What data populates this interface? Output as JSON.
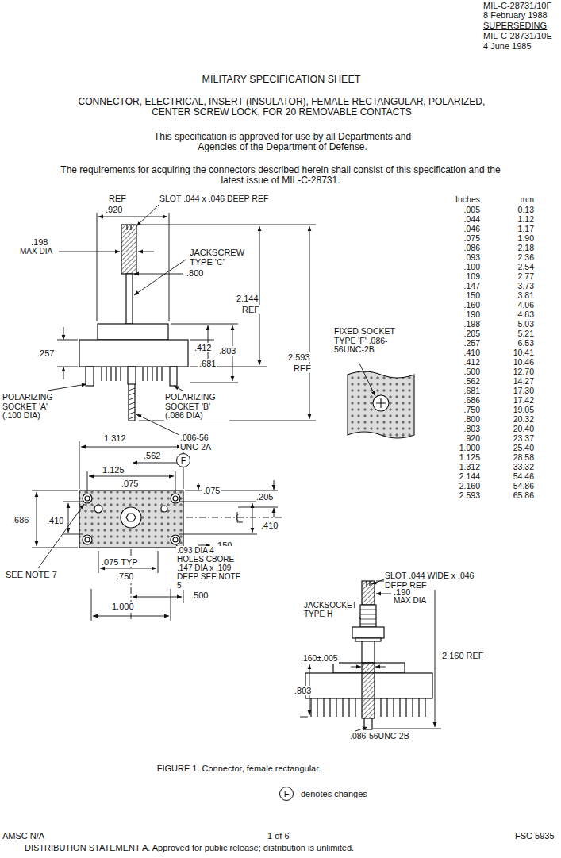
{
  "diagram": {
    "title": "MILITARY SPECIFICATION SHEET",
    "caption": "FIGURE 1. Connector, female rectangular.",
    "nodes": [
      {
        "text": [
          "F"
        ]
      },
      {
        "text": [
          "F"
        ]
      }
    ],
    "labels": [
      "MIL-C-28731/10F",
      "8 February 1988",
      "SUPERSEDING",
      "MIL-C-28731/10E",
      "4 June 1985",
      "CONNECTOR, ELECTRICAL, INSERT (INSULATOR), FEMALE RECTANGULAR, POLARIZED, CENTER SCREW LOCK, FOR 20 REMOVABLE CONTACTS",
      "This specification is approved for use by all Departments and Agencies of the Department of Defense.",
      "The requirements for acquiring the connectors described herein shall consist of this specification and the latest issue of MIL-C-28731.",
      "SLOT .044 x .046 DEEP REF",
      "REF",
      ".920",
      ".198",
      "MAX DIA",
      "JACKSCREW",
      "TYPE 'C'",
      ".800",
      "2.144",
      "REF",
      ".412",
      ".803",
      ".681",
      "2.593",
      "REF",
      ".257",
      "POLARIZING SOCKET 'A' (.100 DIA)",
      "POLARIZING SOCKET 'B' (.086 DIA)",
      "FIXED SOCKET TYPE 'F' .086-56UNC-2B",
      ".086-56 UNC-2A",
      "1.312",
      ".562",
      "1.125",
      ".075",
      ".075",
      ".205",
      ".686",
      ".410",
      ".410",
      ".150",
      ".075 TYP",
      ".093 DIA 4 HOLES CBORE .147 DIA x .109 DEEP SEE NOTE 5",
      "SEE NOTE 7",
      ".750",
      ".500",
      "1.000",
      "SLOT .044 WIDE x .046 DEEP REF",
      ".190",
      "MAX DIA",
      "JACKSOCKET TYPE H",
      ".160±.005",
      "2.160 REF",
      ".803",
      ".086-56UNC-2B",
      "denotes changes",
      "AMSC N/A",
      "1 of 6",
      "FSC 5935",
      "DISTRIBUTION STATEMENT A. Approved for public release; distribution is unlimited.",
      "Inches",
      "mm",
      ".005",
      "0.13",
      ".044",
      "1.12",
      ".046",
      "1.17",
      ".075",
      "1.90",
      ".086",
      "2.18",
      ".093",
      "2.36",
      ".100",
      "2.54",
      ".109",
      "2.77",
      ".147",
      "3.73",
      ".150",
      "3.81",
      ".160",
      "4.06",
      ".190",
      "4.83",
      ".198",
      "5.03",
      ".205",
      "5.21",
      ".257",
      "6.53",
      ".410",
      "10.41",
      ".412",
      "10.46",
      ".500",
      "12.70",
      ".562",
      "14.27",
      ".681",
      "17.30",
      ".686",
      "17.42",
      ".750",
      "19.05",
      ".800",
      "20.32",
      ".803",
      "20.40",
      ".920",
      "23.37",
      "1.000",
      "25.40",
      "1.125",
      "28.58",
      "1.312",
      "33.32",
      "2.144",
      "54.46",
      "2.160",
      "54.86",
      "2.593",
      "65.86"
    ]
  }
}
